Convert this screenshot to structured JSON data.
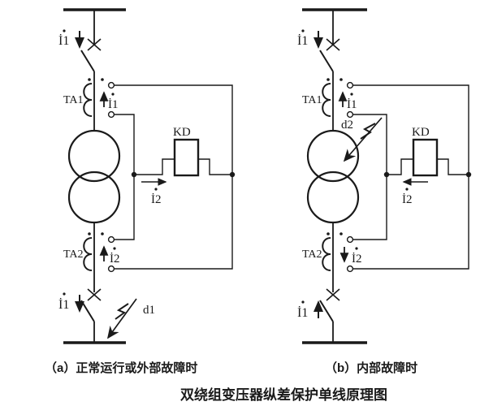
{
  "figure": {
    "title": "双绕组变压器纵差保护单线原理图",
    "background_color": "#ffffff",
    "line_color": "#1a1a1a",
    "panels": [
      {
        "id": "a",
        "caption": "（a）正常运行或外部故障时",
        "top_busbar": "busbar",
        "bottom_busbar": "busbar",
        "breaker_top_label": "İ1",
        "breaker_top_arrow": "down",
        "ct_top_label": "TA1",
        "ct_top_current_label": "İ1",
        "ct_top_current_arrow": "up",
        "transformer": "two-winding-transformer",
        "relay_label": "KD",
        "relay_current_label": "İ2",
        "relay_current_arrow": "right",
        "ct_bottom_label": "TA2",
        "ct_bottom_current_label": "İ2",
        "ct_bottom_current_arrow": "up",
        "breaker_bottom_label": "İ1",
        "breaker_bottom_arrow": "down",
        "fault_label": "d1",
        "fault_location": "external-below-lower-breaker"
      },
      {
        "id": "b",
        "caption": "（b）内部故障时",
        "top_busbar": "busbar",
        "bottom_busbar": "busbar",
        "breaker_top_label": "İ1",
        "breaker_top_arrow": "down",
        "ct_top_label": "TA1",
        "ct_top_current_label": "İ1",
        "ct_top_current_arrow": "up",
        "transformer": "two-winding-transformer",
        "relay_label": "KD",
        "relay_current_label": "İ2",
        "relay_current_arrow": "left",
        "ct_bottom_label": "TA2",
        "ct_bottom_current_label": "İ2",
        "ct_bottom_current_arrow": "down",
        "breaker_bottom_label": "İ1",
        "breaker_bottom_arrow": "up",
        "fault_label": "d2",
        "fault_location": "internal-transformer-winding"
      }
    ]
  }
}
